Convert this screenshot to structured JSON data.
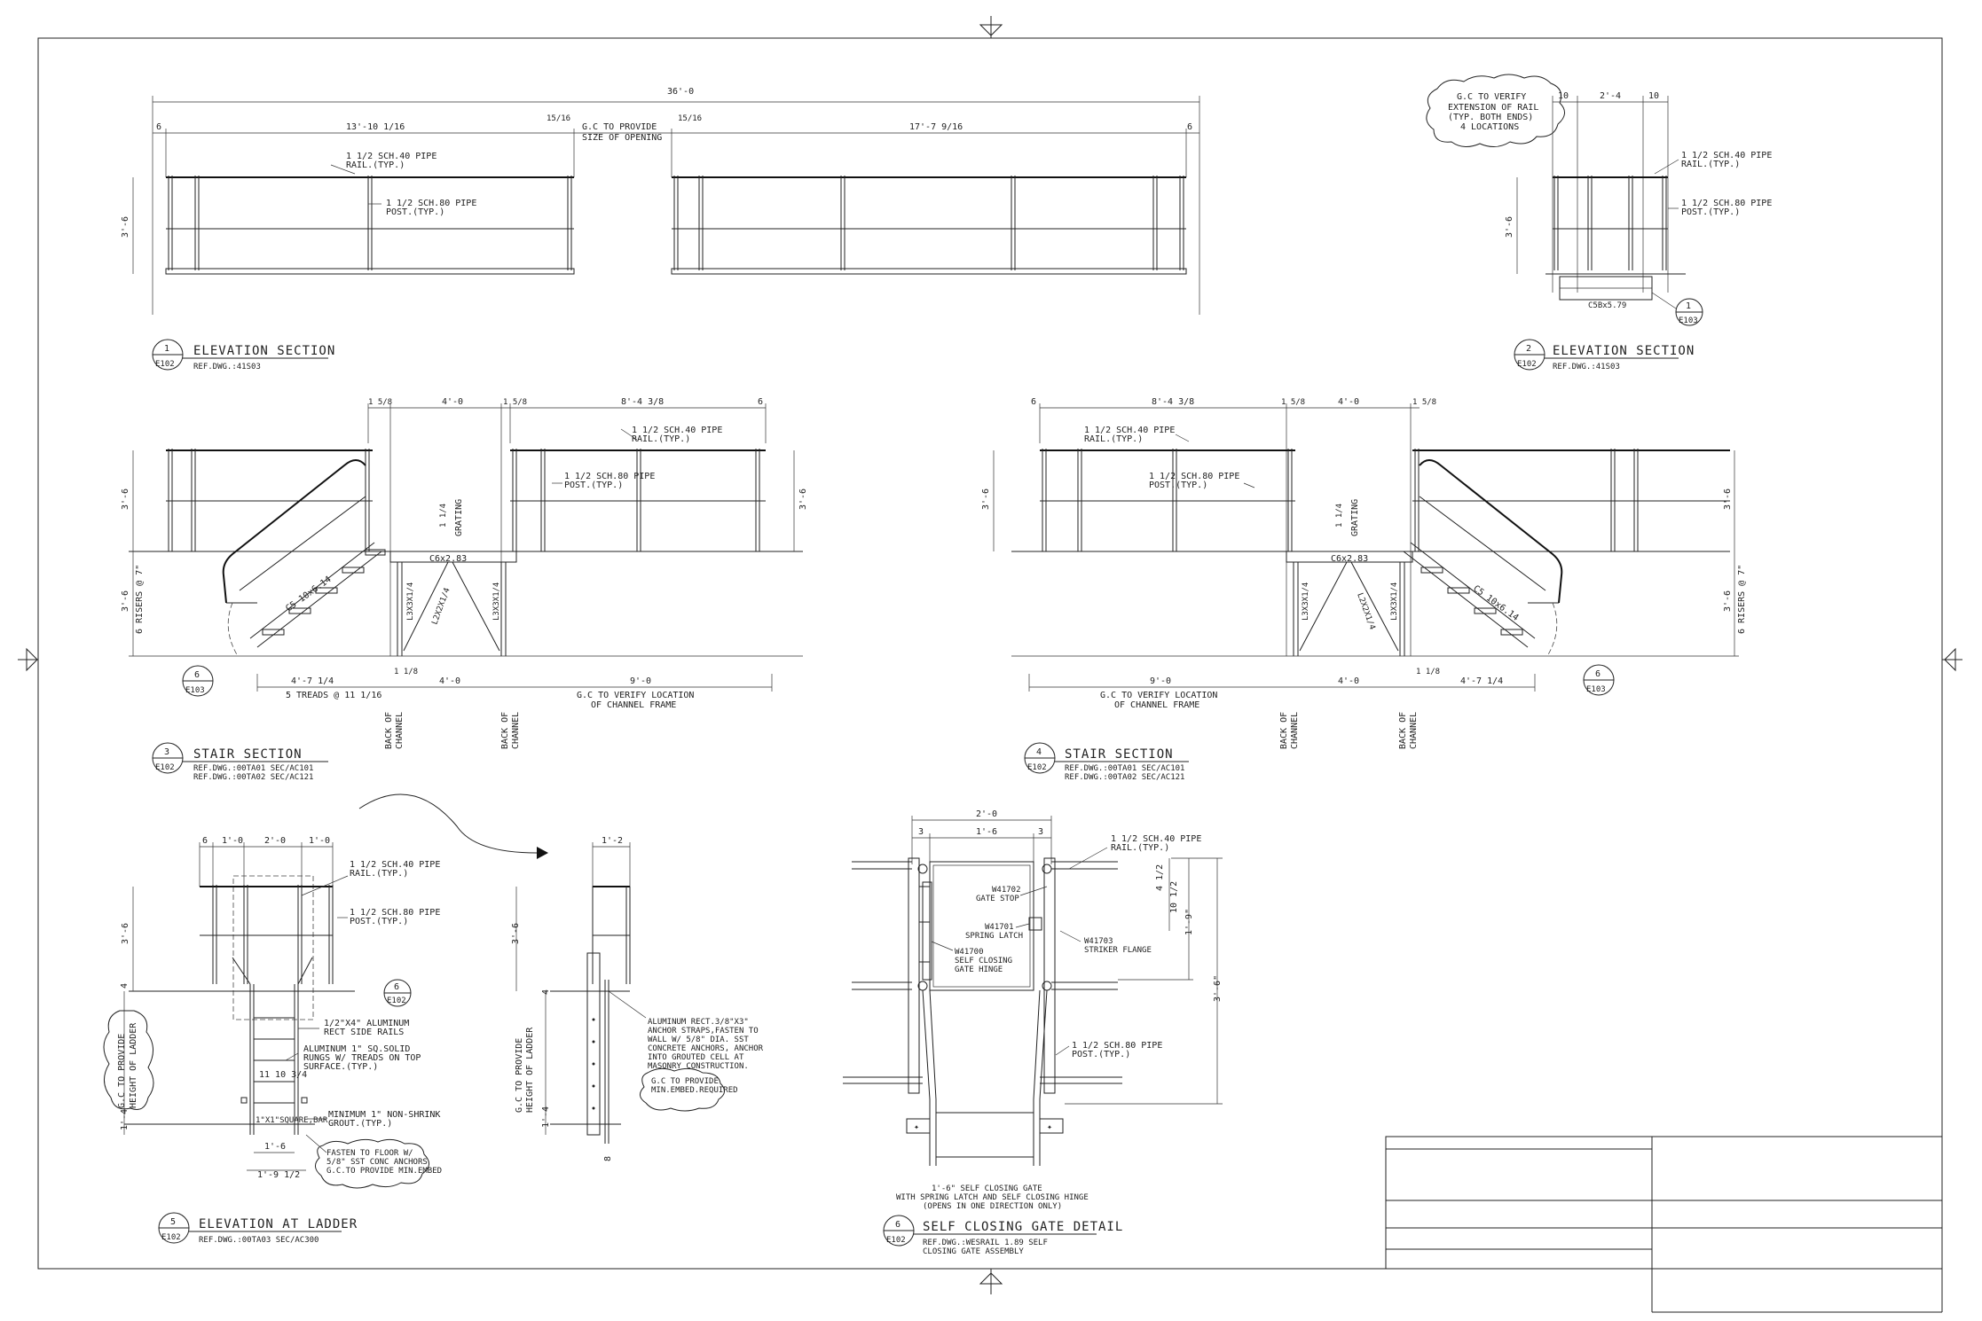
{
  "views": {
    "v1": {
      "overall": "36'-0",
      "left_end": "6",
      "left_span": "13'-10 1/16",
      "gap_left": "15/16",
      "gap_right": "15/16",
      "right_span": "17'-7 9/16",
      "right_end": "6",
      "gc_note1": "G.C TO PROVIDE",
      "gc_note2": "SIZE OF OPENING",
      "rail1": "1 1/2 SCH.40 PIPE",
      "rail2": "RAIL.(TYP.)",
      "post1": "1 1/2 SCH.80 PIPE",
      "post2": "POST.(TYP.)",
      "height": "3'-6",
      "num": "1",
      "sheet": "E102",
      "title": "ELEVATION SECTION",
      "ref": "REF.DWG.:41S03"
    },
    "v2": {
      "cloud1": "G.C TO VERIFY",
      "cloud2": "EXTENSION OF RAIL",
      "cloud3": "(TYP. BOTH ENDS)",
      "cloud4": "4 LOCATIONS",
      "d1": "10",
      "d2": "2'-4",
      "d3": "10",
      "rail1": "1 1/2 SCH.40 PIPE",
      "rail2": "RAIL.(TYP.)",
      "post1": "1 1/2 SCH.80 PIPE",
      "post2": "POST.(TYP.)",
      "height": "3'-6",
      "channel": "C5Bx5.79",
      "det_num": "1",
      "det_sheet": "E103",
      "num": "2",
      "sheet": "E102",
      "title": "ELEVATION SECTION",
      "ref": "REF.DWG.:41S03"
    },
    "v3": {
      "d_top1": "1 5/8",
      "d_top2": "4'-0",
      "d_top3": "1 5/8",
      "d_top4": "8'-4 3/8",
      "d_top5": "6",
      "rail1": "1 1/2 SCH.40 PIPE",
      "rail2": "RAIL.(TYP.)",
      "post1": "1 1/2 SCH.80 PIPE",
      "post2": "POST.(TYP.)",
      "grating_th": "1 1/4",
      "grating": "GRATING",
      "channel": "C6x2.83",
      "stringer": "C5 10x6.14",
      "angle1": "L3X3X1/4",
      "angle2": "L2X2X1/4",
      "angle3": "L3X3X1/4",
      "height": "3'-6",
      "height_r": "3'-6",
      "risers": "6 RISERS @ 7\"",
      "rise_h": "3'-6",
      "run": "4'-7 1/4",
      "treads": "5 TREADS @ 11 1/16",
      "d_bot_gap": "1 1/8",
      "d_bot_mid": "4'-0",
      "d_bot_right": "9'-0",
      "verify1": "G.C TO VERIFY LOCATION",
      "verify2": "OF CHANNEL FRAME",
      "back1a": "BACK OF",
      "back1b": "CHANNEL",
      "back2a": "BACK OF",
      "back2b": "CHANNEL",
      "det_num": "6",
      "det_sheet": "E103",
      "num": "3",
      "sheet": "E102",
      "title": "STAIR SECTION",
      "ref1": "REF.DWG.:00TA01 SEC/AC101",
      "ref2": "REF.DWG.:00TA02 SEC/AC121"
    },
    "v4": {
      "d_top1": "6",
      "d_top2": "8'-4 3/8",
      "d_top3": "1 5/8",
      "d_top4": "4'-0",
      "d_top5": "1 5/8",
      "rail1": "1 1/2 SCH.40 PIPE",
      "rail2": "RAIL.(TYP.)",
      "post1": "1 1/2 SCH.80 PIPE",
      "post2": "POST.(TYP.)",
      "grating_th": "1 1/4",
      "grating": "GRATING",
      "channel": "C6x2.83",
      "stringer": "C5 10x6.14",
      "angle1": "L3X3X1/4",
      "angle2": "L2X2X1/4",
      "angle3": "L3X3X1/4",
      "height": "3'-6",
      "height_r": "3'-6",
      "risers": "6 RISERS @ 7\"",
      "rise_h": "3'-6",
      "run": "4'-7 1/4",
      "d_bot_gap": "1 1/8",
      "d_bot_mid": "4'-0",
      "d_bot_left": "9'-0",
      "verify1": "G.C TO VERIFY LOCATION",
      "verify2": "OF CHANNEL FRAME",
      "back1a": "BACK OF",
      "back1b": "CHANNEL",
      "back2a": "BACK OF",
      "back2b": "CHANNEL",
      "det_num": "6",
      "det_sheet": "E103",
      "num": "4",
      "sheet": "E102",
      "title": "STAIR SECTION",
      "ref1": "REF.DWG.:00TA01 SEC/AC101",
      "ref2": "REF.DWG.:00TA02 SEC/AC121"
    },
    "v5": {
      "d1": "6",
      "d2": "1'-0",
      "d3": "2'-0",
      "d4": "1'-0",
      "rail1": "1 1/2 SCH.40 PIPE",
      "rail2": "RAIL.(TYP.)",
      "post1": "1 1/2 SCH.80 PIPE",
      "post2": "POST.(TYP.)",
      "height": "3'-6",
      "det_num": "6",
      "det_sheet": "E102",
      "side1": "1/2\"X4\" ALUMINUM",
      "side2": "RECT SIDE RAILS",
      "rung1": "ALUMINUM 1\" SQ.SOLID",
      "rung2": "RUNGS W/ TREADS ON TOP",
      "rung3": "SURFACE.(TYP.)",
      "rung_sp": "11 10 3/4",
      "grout1": "MINIMUM 1\" NON-SHRINK",
      "grout2": "GROUT.(TYP.)",
      "sq_tube": "1\"X1\"SQUARE,BAR",
      "fasten1": "FASTEN TO FLOOR W/",
      "fasten2": "5/8\" SST CONC ANCHORS",
      "fasten3": "G.C.TO PROVIDE MIN.EMBED",
      "gc1": "G.C TO PROVIDE",
      "gc2": "HEIGHT OF LADDER",
      "off1": "4",
      "off2": "1'-4",
      "b1": "1'-6",
      "b2": "1'-9 1/2",
      "num": "5",
      "sheet": "E102",
      "title": "ELEVATION AT LADDER",
      "ref": "REF.DWG.:00TA03 SEC/AC300"
    },
    "v5b": {
      "d1": "1'-2",
      "height": "3'-6",
      "gc1": "G.C TO PROVIDE",
      "gc2": "HEIGHT OF LADDER",
      "off1": "4",
      "off2": "1'-4",
      "off3": "8",
      "strap1": "ALUMINUM RECT.3/8\"X3\"",
      "strap2": "ANCHOR STRAPS,FASTEN TO",
      "strap3": "WALL W/ 5/8\" DIA. SST",
      "strap4": "CONCRETE ANCHORS, ANCHOR",
      "strap5": "INTO GROUTED CELL AT",
      "strap6": "MASONRY CONSTRUCTION.",
      "cloud1": "G.C TO PROVIDE",
      "cloud2": "MIN.EMBED.REQUIRED"
    },
    "v6": {
      "w": "2'-0",
      "d1": "3",
      "d2": "1'-6",
      "d3": "3",
      "rail1": "1 1/2 SCH.40 PIPE",
      "rail2": "RAIL.(TYP.)",
      "stop1": "W41702",
      "stop2": "GATE STOP",
      "latch1": "W41701",
      "latch2": "SPRING LATCH",
      "hinge1": "W41700",
      "hinge2": "SELF CLOSING",
      "hinge3": "GATE HINGE",
      "flange1": "W41703",
      "flange2": "STRIKER FLANGE",
      "v1": "4 1/2",
      "v2": "10 1/2",
      "v3": "1'-9\"",
      "v4": "3'-6\"",
      "post1": "1 1/2 SCH.80 PIPE",
      "post2": "POST.(TYP.)",
      "cap1": "1'-6\" SELF CLOSING GATE",
      "cap2": "WITH SPRING LATCH AND SELF CLOSING HINGE",
      "cap3": "(OPENS IN ONE DIRECTION ONLY)",
      "num": "6",
      "sheet": "E102",
      "title": "SELF CLOSING GATE DETAIL",
      "ref1": "REF.DWG.:WESRAIL 1.89 SELF",
      "ref2": "CLOSING GATE ASSEMBLY"
    }
  }
}
